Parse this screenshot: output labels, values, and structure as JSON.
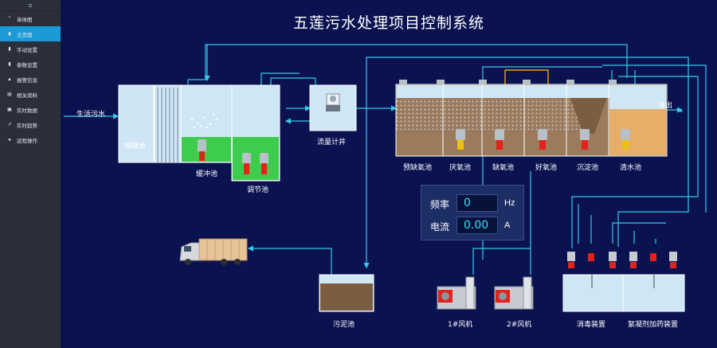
{
  "sidebar": {
    "menu_icon": "≡",
    "items": [
      {
        "label": "单体图",
        "icon": "chevron-up-icon",
        "glyph": "⌃",
        "active": false
      },
      {
        "label": "主页面",
        "icon": "page-icon",
        "glyph": "▮",
        "active": true
      },
      {
        "label": "手动设置",
        "icon": "page-icon",
        "glyph": "▮",
        "active": false
      },
      {
        "label": "参数设置",
        "icon": "page-icon",
        "glyph": "▮",
        "active": false
      },
      {
        "label": "报警信息",
        "icon": "warning-icon",
        "glyph": "▲",
        "active": false
      },
      {
        "label": "相关资料",
        "icon": "document-icon",
        "glyph": "▤",
        "active": false
      },
      {
        "label": "实时数据",
        "icon": "image-icon",
        "glyph": "▣",
        "active": false
      },
      {
        "label": "实时趋势",
        "icon": "trend-icon",
        "glyph": "↗",
        "active": false
      },
      {
        "label": "远程操作",
        "icon": "location-pin-icon",
        "glyph": "●",
        "active": false
      }
    ]
  },
  "title": "五莲污水处理项目控制系统",
  "labels": {
    "sewage_in": "生活污水",
    "grille": "格栅池",
    "buffer": "缓冲池",
    "adjust": "调节池",
    "flowmeter": "流量计井",
    "pre_anoxic": "预缺氧池",
    "anaerobic": "厌氧池",
    "anoxic": "缺氧池",
    "aerobic": "好氧池",
    "sediment": "沉淀池",
    "clear": "清水池",
    "discharge": "排出",
    "sludge": "污泥池",
    "fan1": "1#风机",
    "fan2": "2#风机",
    "disinfect": "消毒装置",
    "flocculant": "絮凝剂加药装置"
  },
  "meter": {
    "freq_label": "频率",
    "freq_value": "0",
    "freq_unit": "Hz",
    "curr_label": "电流",
    "curr_value": "0.00",
    "curr_unit": "A"
  },
  "colors": {
    "background": "#0a1350",
    "pipe": "#35c9e8",
    "sidebar_active": "#1a9ad6",
    "water": "#cfe7f5",
    "green_water": "#3ecc4c",
    "brown": "#9c7a5c",
    "clear_tank": "#e7ae6a",
    "pump_red": "#e3231a",
    "pump_yellow": "#e8c310",
    "orange_pipe": "#f0a30a"
  }
}
